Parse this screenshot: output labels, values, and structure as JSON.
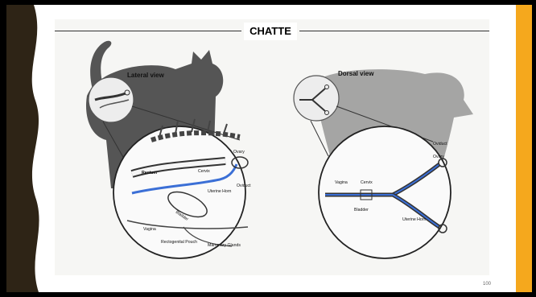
{
  "slide": {
    "title": "CHATTE",
    "page_number": "100"
  },
  "diagram": {
    "lateral_view": {
      "label": "Lateral view",
      "labels": {
        "ovary": "Ovary",
        "cervix": "Cervix",
        "rectum": "Rectum",
        "oviduct": "Oviduct",
        "uterine_horn": "Uterine\nHorn",
        "bladder": "Bladder",
        "vagina": "Vagina",
        "rectogenital_pouch": "Rectogenital\nPouch",
        "mammary_glands": "Mammary\nGlands"
      }
    },
    "dorsal_view": {
      "label": "Dorsal view",
      "labels": {
        "oviduct": "Oviduct",
        "ovary": "Ovary",
        "vagina": "Vagina",
        "cervix": "Cervix",
        "bladder": "Bladder",
        "uterine_horn": "Uterine\nHorn"
      }
    }
  },
  "colors": {
    "gold": "#F5A81D",
    "dark_brown": "#2E2416",
    "cat_silhouette": "#555555",
    "uterus_blue": "#3B6FD6"
  }
}
